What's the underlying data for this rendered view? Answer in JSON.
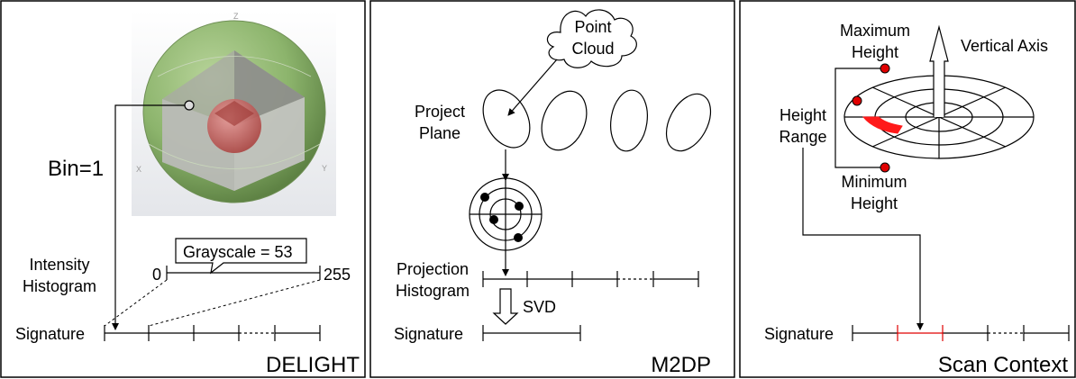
{
  "panels": {
    "delight": {
      "title": "DELIGHT",
      "bin_label": "Bin=1",
      "histogram_label": [
        "Intensity",
        "Histogram"
      ],
      "grayscale_label": "Grayscale = 53",
      "range_min": "0",
      "range_max": "255",
      "signature_label": "Signature",
      "axis_labels": {
        "z": "Z",
        "x": "X",
        "y": "Y"
      }
    },
    "m2dp": {
      "title": "M2DP",
      "cloud_label": [
        "Point",
        "Cloud"
      ],
      "plane_label": [
        "Project",
        "Plane"
      ],
      "histogram_label": [
        "Projection",
        "Histogram"
      ],
      "svd_label": "SVD",
      "signature_label": "Signature"
    },
    "scan_context": {
      "title": "Scan Context",
      "max_height_label": [
        "Maximum",
        "Height"
      ],
      "vertical_axis_label": "Vertical Axis",
      "height_range_label": [
        "Height",
        "Range"
      ],
      "min_height_label": [
        "Minimum",
        "Height"
      ],
      "signature_label": "Signature"
    }
  },
  "colors": {
    "sphere_green": "#8cb46c",
    "inner_red": "#c0504d",
    "marker_red": "#e00000",
    "panel_border": "#000000"
  }
}
